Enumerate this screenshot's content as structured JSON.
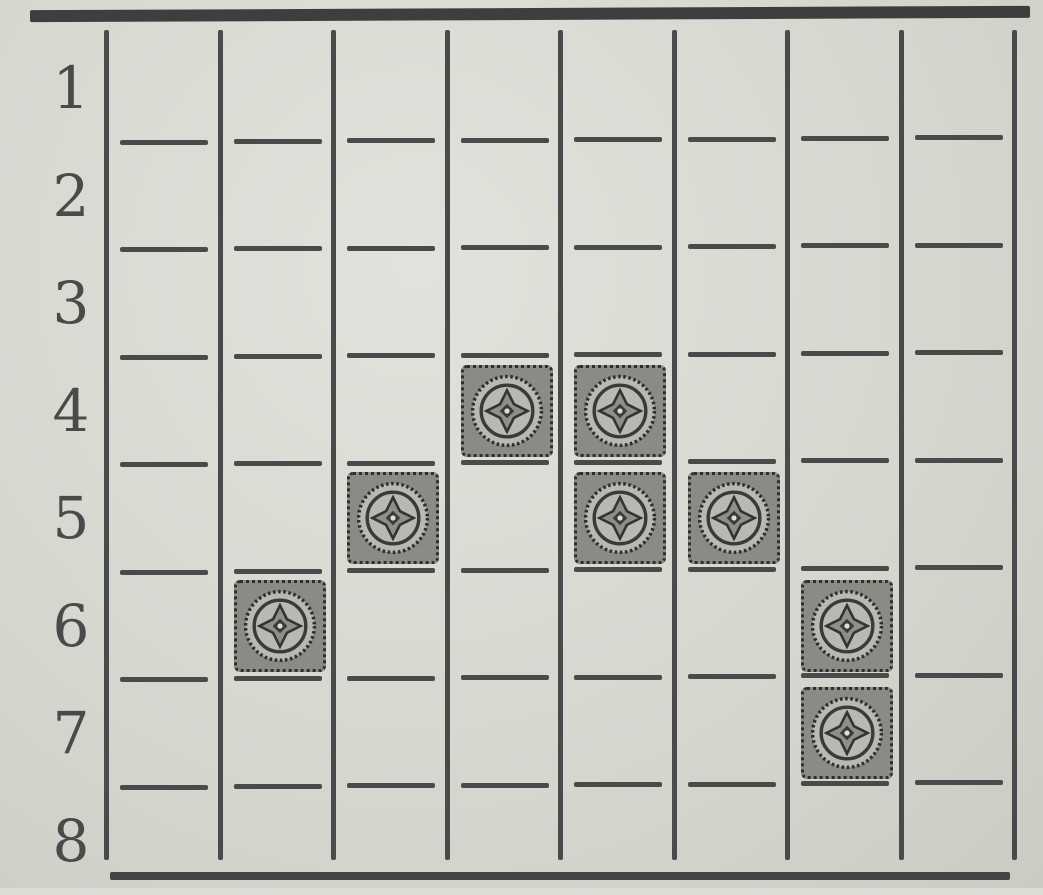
{
  "board": {
    "rows": 8,
    "cols": 8,
    "row_labels": [
      "1",
      "2",
      "3",
      "4",
      "5",
      "6",
      "7",
      "8"
    ],
    "pieces": [
      {
        "row": 4,
        "col": 4
      },
      {
        "row": 4,
        "col": 5
      },
      {
        "row": 5,
        "col": 3
      },
      {
        "row": 5,
        "col": 5
      },
      {
        "row": 5,
        "col": 6
      },
      {
        "row": 6,
        "col": 2
      },
      {
        "row": 6,
        "col": 7
      },
      {
        "row": 7,
        "col": 7
      }
    ],
    "colors": {
      "line": "#4a4a4a",
      "paper": "#dcdcd6",
      "piece": "#8b8b85"
    },
    "piece_icon": "ornamental-rosette-icon"
  }
}
